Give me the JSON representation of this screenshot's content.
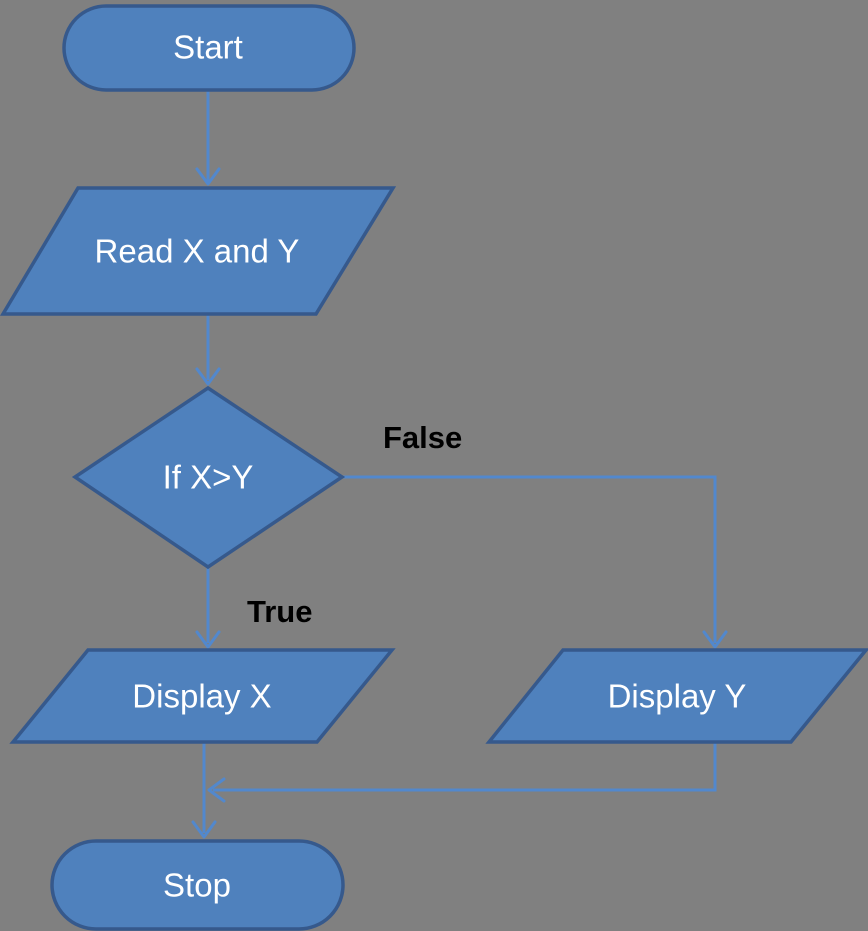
{
  "diagram": {
    "type": "flowchart",
    "colors": {
      "background": "#808080",
      "shape_fill": "#4f81bd",
      "shape_border": "#36598c",
      "connector": "#5288cd",
      "node_text": "#ffffff",
      "branch_label_text": "#000000"
    },
    "nodes": [
      {
        "id": "start",
        "shape": "terminator",
        "label": "Start"
      },
      {
        "id": "read-x-y",
        "shape": "parallelogram",
        "label": "Read X and Y"
      },
      {
        "id": "decision",
        "shape": "diamond",
        "label": "If X>Y"
      },
      {
        "id": "display-x",
        "shape": "parallelogram",
        "label": "Display X"
      },
      {
        "id": "display-y",
        "shape": "parallelogram",
        "label": "Display Y"
      },
      {
        "id": "stop",
        "shape": "terminator",
        "label": "Stop"
      }
    ],
    "branch_labels": {
      "true_label": "True",
      "false_label": "False"
    },
    "edges": [
      {
        "from": "start",
        "to": "read-x-y"
      },
      {
        "from": "read-x-y",
        "to": "decision"
      },
      {
        "from": "decision",
        "to": "display-x",
        "label": "True"
      },
      {
        "from": "decision",
        "to": "display-y",
        "label": "False"
      },
      {
        "from": "display-x",
        "to": "stop"
      },
      {
        "from": "display-y",
        "to": "stop"
      }
    ]
  }
}
